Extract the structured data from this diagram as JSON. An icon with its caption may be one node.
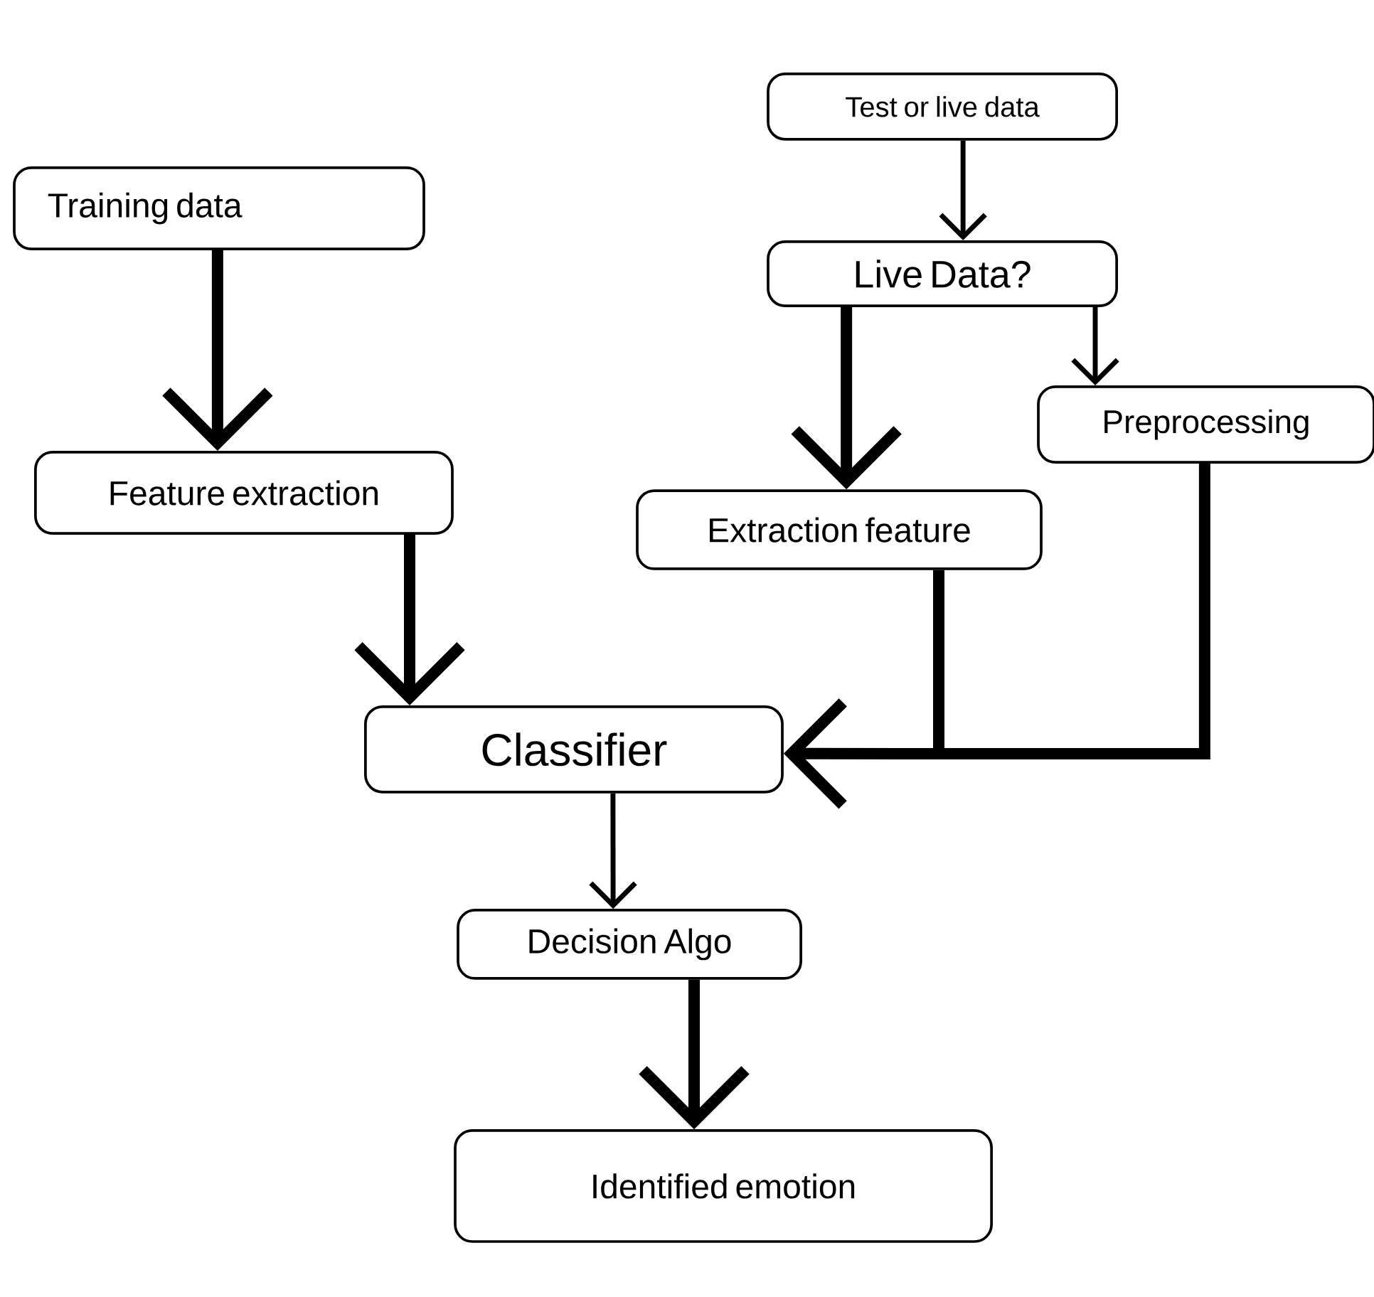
{
  "diagram": {
    "nodes": [
      {
        "text": [
          "Training data"
        ]
      },
      {
        "text": [
          "Feature extraction"
        ]
      },
      {
        "text": [
          "Test or live data"
        ]
      },
      {
        "text": [
          "Live Data?"
        ]
      },
      {
        "text": [
          "Preprocessing"
        ]
      },
      {
        "text": [
          "Extraction feature"
        ]
      },
      {
        "text": [
          "Classifier"
        ]
      },
      {
        "text": [
          "Decision Algo"
        ]
      },
      {
        "text": [
          "Identified emotion"
        ]
      }
    ],
    "edges": [
      {
        "from": 0,
        "to": 1,
        "arrow": "to"
      },
      {
        "from": 1,
        "to": 6,
        "arrow": "to"
      },
      {
        "from": 2,
        "to": 3,
        "arrow": "to"
      },
      {
        "from": 3,
        "to": 5,
        "arrow": "to"
      },
      {
        "from": 3,
        "to": 4,
        "arrow": "to"
      },
      {
        "from": 5,
        "to": 6,
        "arrow": "to"
      },
      {
        "from": 4,
        "to": 6,
        "arrow": "to"
      },
      {
        "from": 6,
        "to": 7,
        "arrow": "to"
      },
      {
        "from": 7,
        "to": 8,
        "arrow": "to"
      }
    ]
  }
}
